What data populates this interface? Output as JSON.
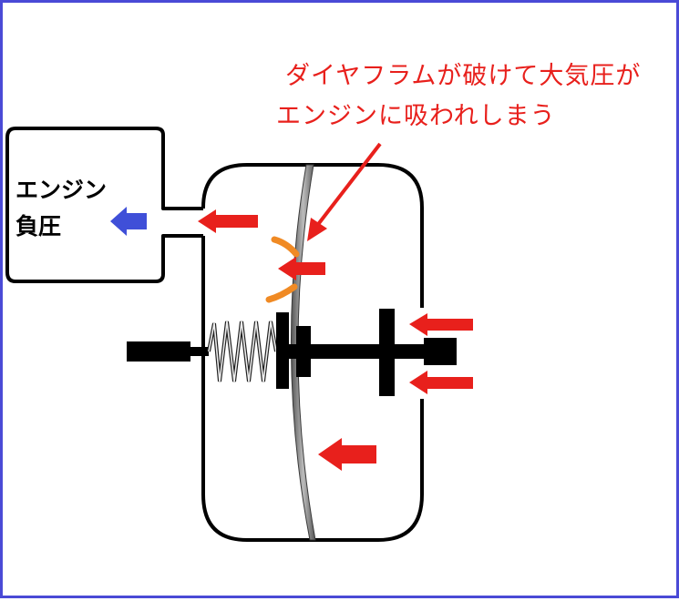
{
  "annotation": {
    "line1": "ダイヤフラムが破けて大気圧が",
    "line2": "エンジンに吸われしまう"
  },
  "engine_box": {
    "line1": "エンジン",
    "line2": "負圧"
  },
  "colors": {
    "frame_border": "#4a4ad6",
    "red_arrow": "#e8201c",
    "blue_arrow": "#3f4fd8",
    "tear_mark": "#f08a24",
    "outline": "#000000"
  }
}
